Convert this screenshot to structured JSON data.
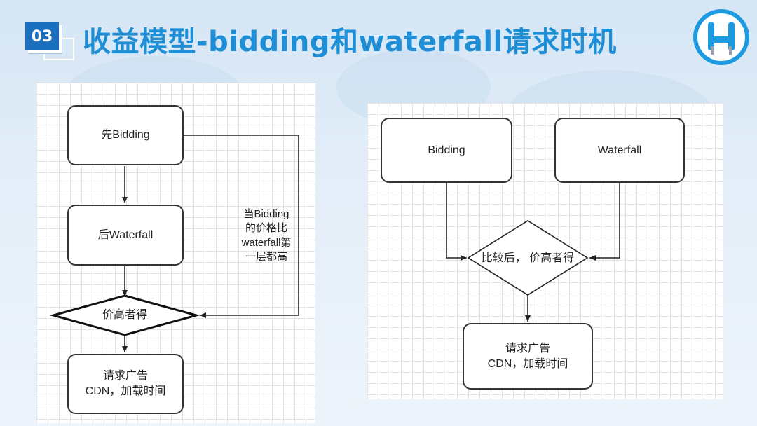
{
  "slide": {
    "number": "03",
    "title": "收益模型-bidding和waterfall请求时机"
  },
  "logo": {
    "name": "w-logo"
  },
  "left_diagram": {
    "step1": "先Bidding",
    "step2": "后Waterfall",
    "decision": "价高者得",
    "result_line1": "请求广告",
    "result_line2": "CDN，加载时间",
    "note_lines": [
      "当Bidding",
      "的价格比",
      "waterfall第",
      "一层都高"
    ]
  },
  "right_diagram": {
    "source_a": "Bidding",
    "source_b": "Waterfall",
    "decision_line1": "比较后，",
    "decision_line2": "价高者得",
    "result_line1": "请求广告",
    "result_line2": "CDN，加载时间"
  },
  "colors": {
    "title": "#1e8fd6",
    "badge": "#1a6fbf",
    "stroke": "#222222"
  }
}
